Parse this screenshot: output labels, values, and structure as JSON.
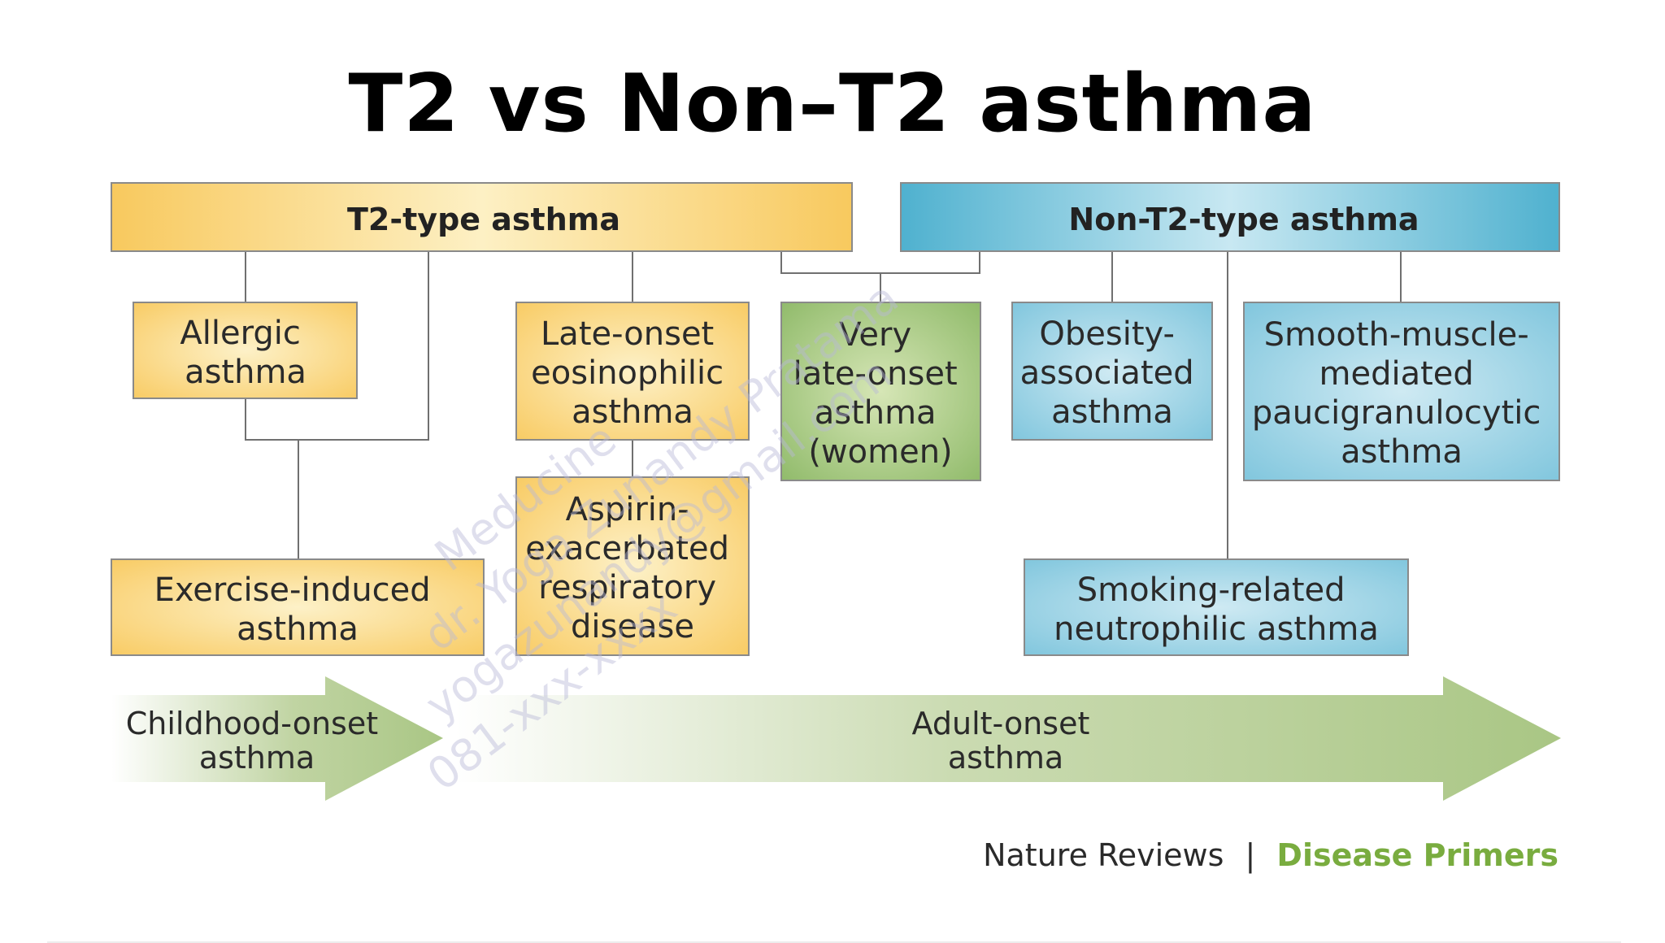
{
  "title": "T2 vs Non–T2 asthma",
  "colors": {
    "t2_fill_light": "#fdf1c8",
    "t2_fill_dark": "#f8c95e",
    "non_t2_fill_light": "#cfeaf3",
    "non_t2_fill_dark": "#4fb1cf",
    "women_fill_light": "#d6e6b6",
    "women_fill_dark": "#8cb866",
    "box_border": "#8a8a8a",
    "arrow_green": "#b9cf98",
    "credit_green": "#79ac3f"
  },
  "headers": {
    "t2": "T2-type asthma",
    "non_t2": "Non-T2-type asthma"
  },
  "boxes": {
    "allergic": [
      "Allergic",
      "asthma"
    ],
    "late_onset_eosinophilic": [
      "Late-onset",
      "eosinophilic",
      "asthma"
    ],
    "very_late_onset": [
      "Very",
      "late-onset",
      "asthma",
      "(women)"
    ],
    "obesity_associated": [
      "Obesity-",
      "associated",
      "asthma"
    ],
    "smooth_muscle": [
      "Smooth-muscle-",
      "mediated",
      "paucigranulocytic",
      "asthma"
    ],
    "aspirin": [
      "Aspirin-",
      "exacerbated",
      "respiratory",
      "disease"
    ],
    "exercise_induced": [
      "Exercise-induced",
      "asthma"
    ],
    "smoking_related": [
      "Smoking-related",
      "neutrophilic asthma"
    ]
  },
  "arrows": {
    "childhood": [
      "Childhood-onset",
      "asthma"
    ],
    "adult": [
      "Adult-onset",
      "asthma"
    ]
  },
  "credit": {
    "journal": "Nature Reviews",
    "separator": "|",
    "section": "Disease Primers"
  },
  "watermark": [
    "Meducine",
    "dr. Yoga Zunandy Pratama",
    "yogazunandy@gmail.com",
    "081-xxx-xxxx"
  ]
}
